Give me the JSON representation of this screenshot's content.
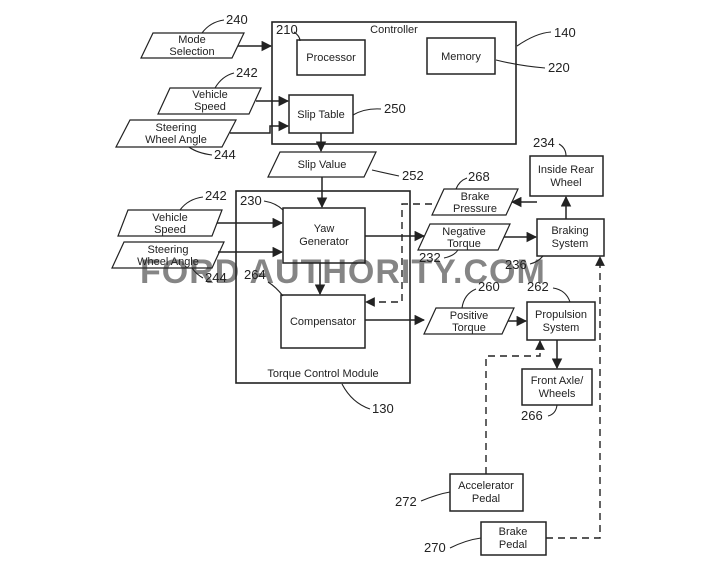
{
  "blocks": {
    "controller": "Controller",
    "processor": "Processor",
    "memory": "Memory",
    "slip_table": "Slip Table",
    "yaw_generator": [
      "Yaw",
      "Generator"
    ],
    "compensator": "Compensator",
    "torque_control_module": "Torque Control Module",
    "inside_rear_wheel": [
      "Inside Rear",
      "Wheel"
    ],
    "braking_system": [
      "Braking",
      "System"
    ],
    "propulsion_system": [
      "Propulsion",
      "System"
    ],
    "front_axle_wheels": [
      "Front Axle/",
      "Wheels"
    ],
    "accelerator_pedal": [
      "Accelerator",
      "Pedal"
    ],
    "brake_pedal": [
      "Brake",
      "Pedal"
    ]
  },
  "signals": {
    "mode_selection": [
      "Mode",
      "Selection"
    ],
    "vehicle_speed_top": [
      "Vehicle",
      "Speed"
    ],
    "steering_wheel_angle_top": [
      "Steering",
      "Wheel Angle"
    ],
    "slip_value": "Slip Value",
    "brake_pressure": [
      "Brake",
      "Pressure"
    ],
    "vehicle_speed_mid": [
      "Vehicle",
      "Speed"
    ],
    "steering_wheel_angle_mid": [
      "Steering",
      "Wheel Angle"
    ],
    "negative_torque": [
      "Negative",
      "Torque"
    ],
    "positive_torque": [
      "Positive",
      "Torque"
    ]
  },
  "refs": {
    "r240": "240",
    "r210": "210",
    "r140": "140",
    "r220": "220",
    "r242_top": "242",
    "r250": "250",
    "r244_top": "244",
    "r252": "252",
    "r268": "268",
    "r234": "234",
    "r242_mid": "242",
    "r230": "230",
    "r244_mid": "244",
    "r264": "264",
    "r232": "232",
    "r236": "236",
    "r260": "260",
    "r262": "262",
    "r266": "266",
    "r130": "130",
    "r272": "272",
    "r270": "270"
  },
  "watermark": "FORD AUTHORITY.COM"
}
